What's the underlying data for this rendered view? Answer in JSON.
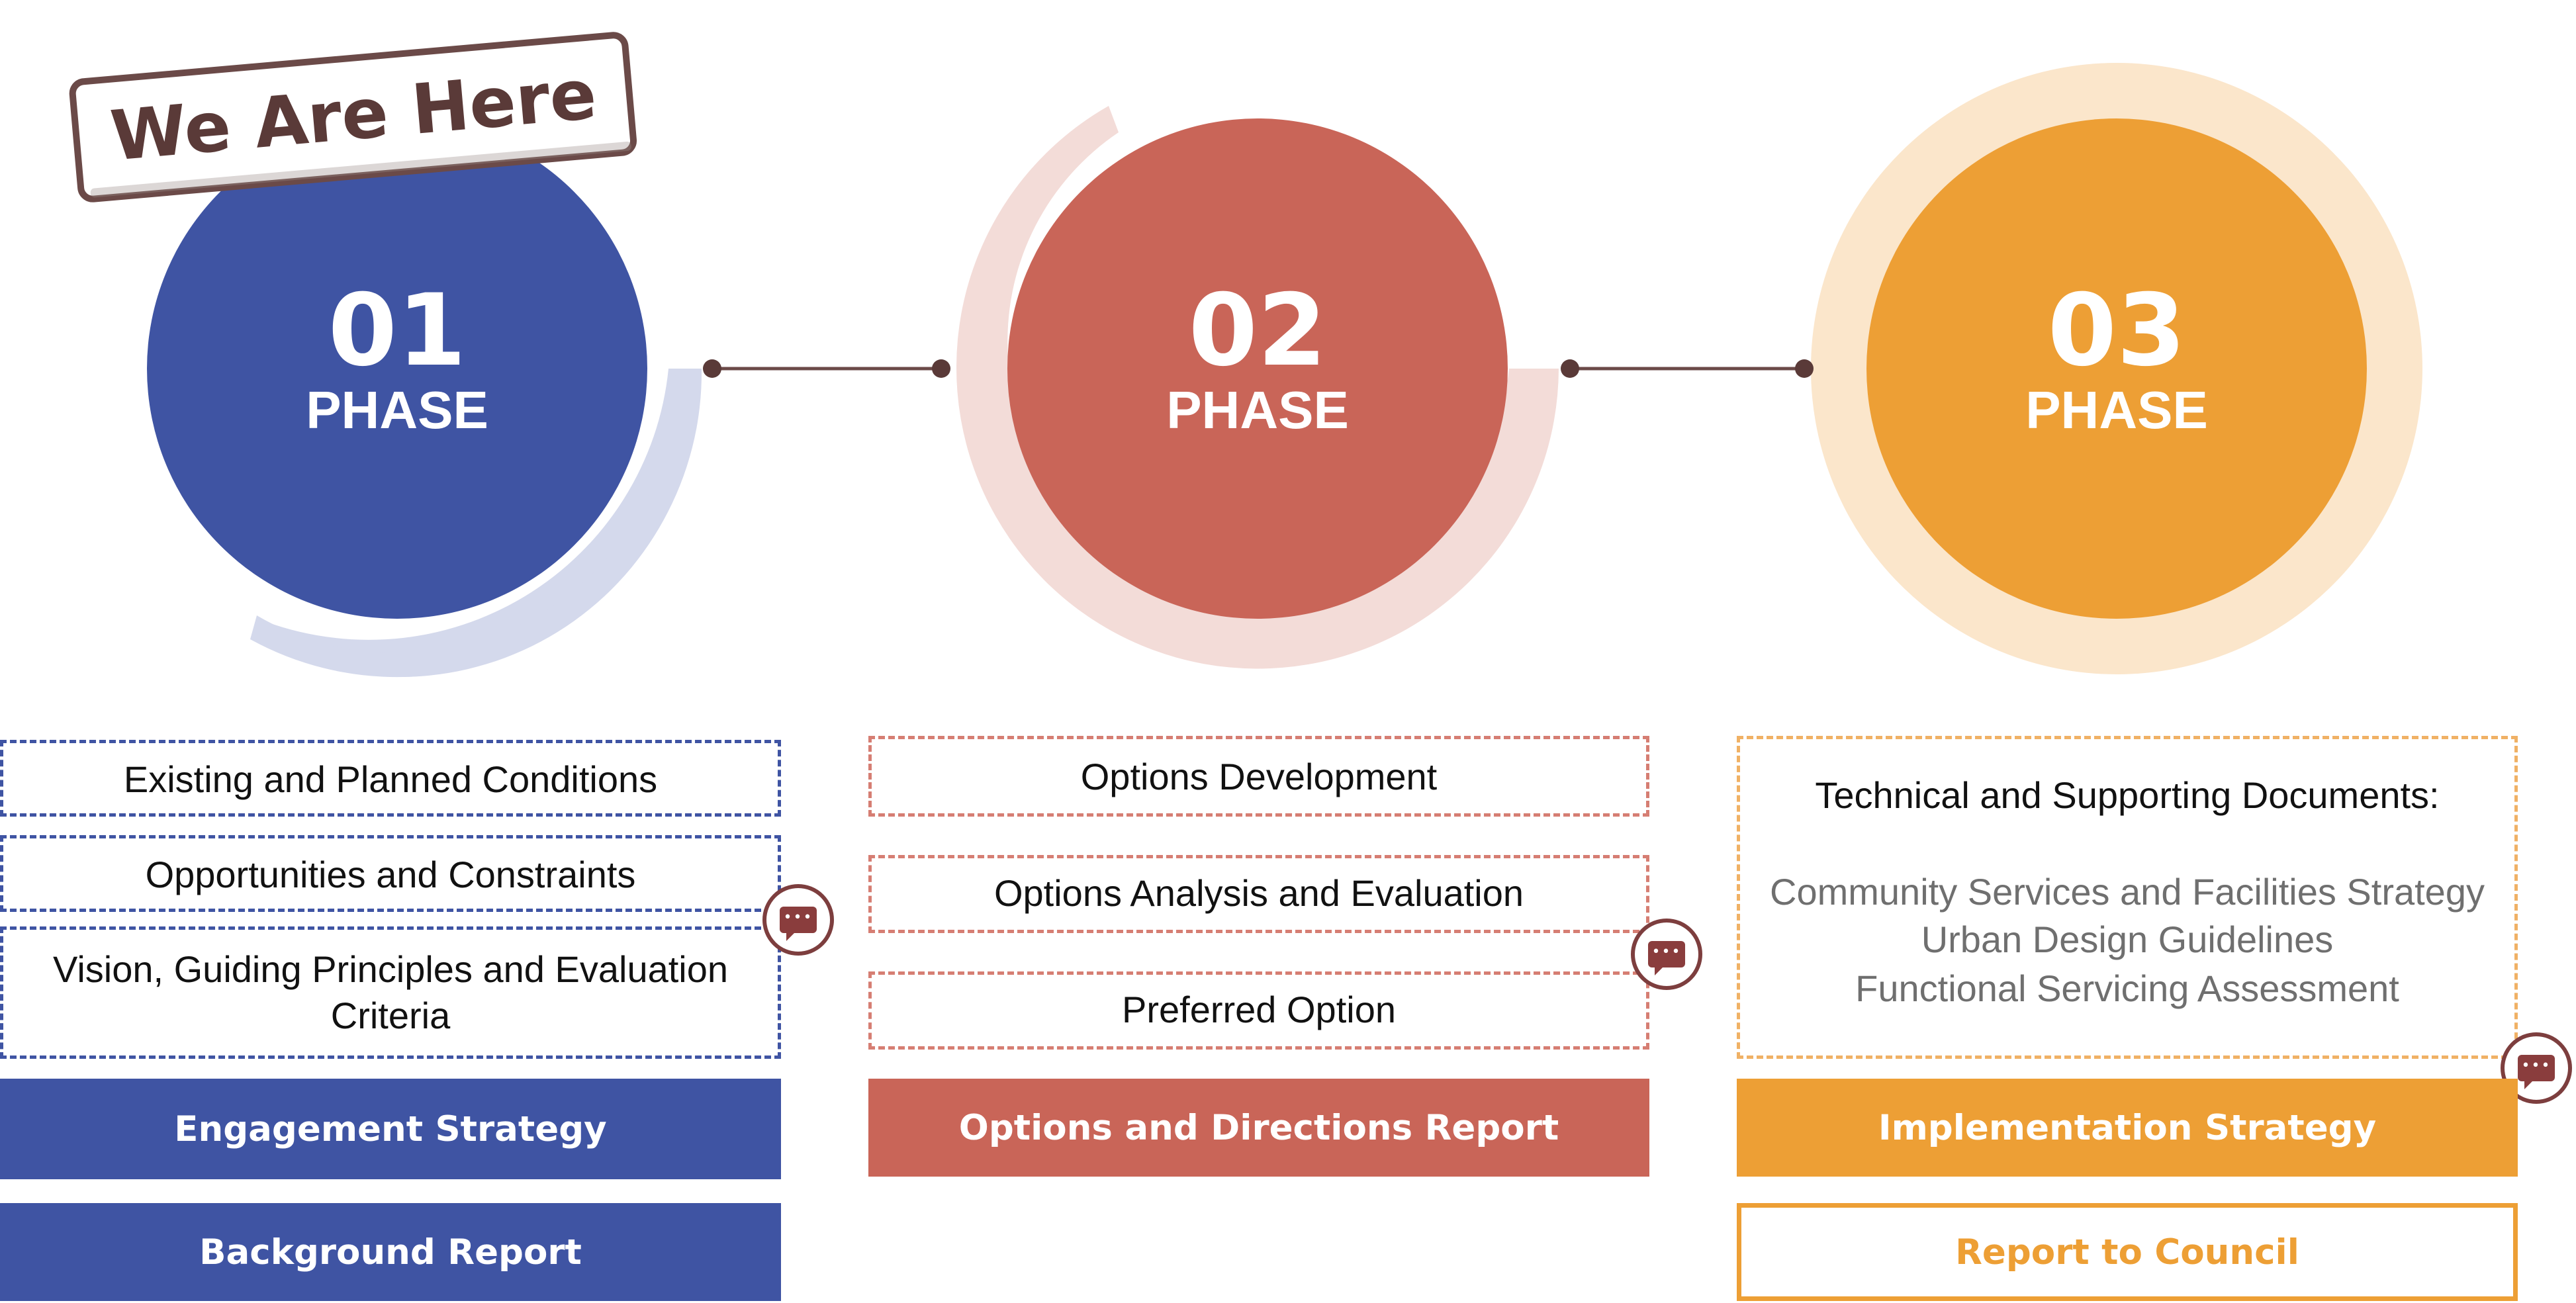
{
  "badge": {
    "text": "We Are Here"
  },
  "phases": [
    {
      "number": "01",
      "word": "PHASE",
      "color": "#3f54a3",
      "ring": "#d4d9ec",
      "items": [
        "Existing and Planned Conditions",
        "Opportunities and Constraints",
        "Vision, Guiding Principles and Evaluation",
        "Criteria"
      ],
      "bars": [
        "Engagement Strategy",
        "Background Report"
      ]
    },
    {
      "number": "02",
      "word": "PHASE",
      "color": "#c96558",
      "ring": "#f3dcd8",
      "items": [
        "Options Development",
        "Options Analysis and Evaluation",
        "Preferred Option"
      ],
      "bars": [
        "Options and Directions Report"
      ]
    },
    {
      "number": "03",
      "word": "PHASE",
      "color": "#ed9f35",
      "ring": "#fbe6cb",
      "heading": "Technical and Supporting Documents:",
      "items": [
        "Community Services and Facilities Strategy",
        "Urban Design Guidelines",
        "Functional Servicing Assessment"
      ],
      "bars": [
        "Implementation Strategy",
        "Report to Council"
      ]
    }
  ],
  "icons": {
    "feedback": "speech-bubble-icon"
  }
}
